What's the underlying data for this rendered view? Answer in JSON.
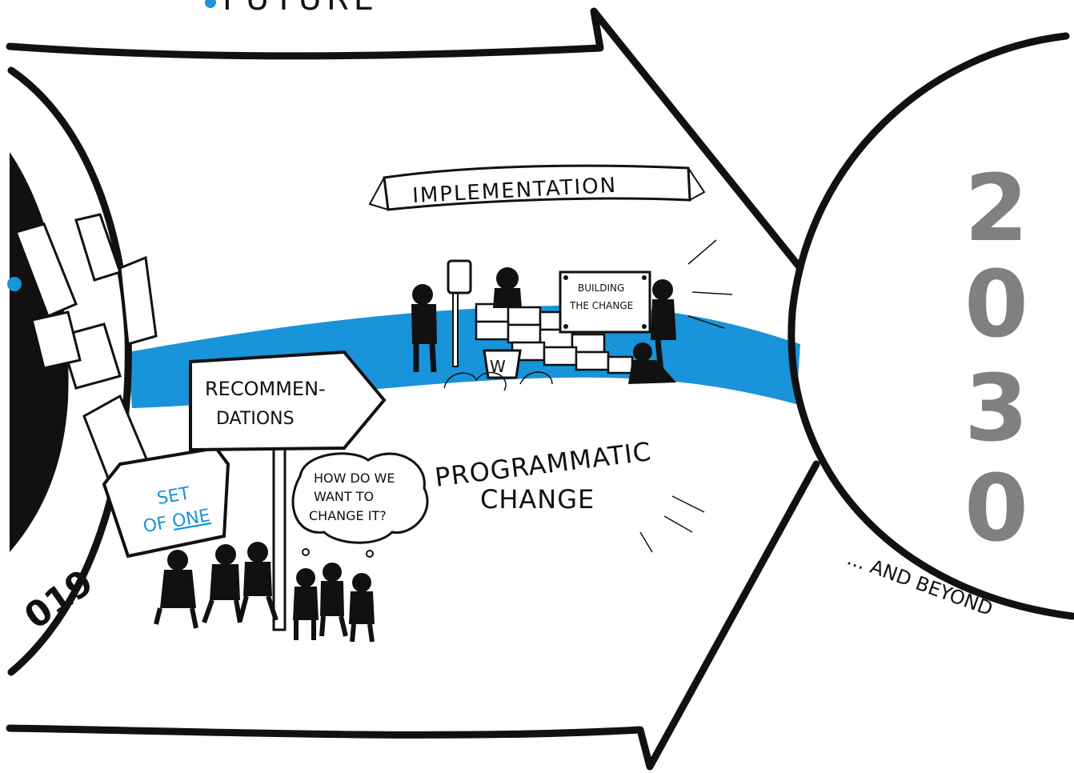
{
  "header": {
    "top_word": "FUTURE"
  },
  "left_circle": {
    "year_fragment": "019"
  },
  "signpost": {
    "line1": "RECOMMEN-",
    "line2": "DATIONS"
  },
  "folder": {
    "line1": "SET",
    "line2_prefix": "OF ",
    "line2_emph": "ONE"
  },
  "thought_bubble": {
    "line1": "HOW DO WE",
    "line2": "WANT TO",
    "line3": "CHANGE IT?"
  },
  "banner": {
    "label": "IMPLEMENTATION"
  },
  "building_sign": {
    "line1": "BUILDING",
    "line2": "THE CHANGE"
  },
  "bucket": {
    "label": "W"
  },
  "caption": {
    "line1": "PROGRAMMATIC",
    "line2": "CHANGE"
  },
  "future_circle": {
    "year": [
      "2",
      "0",
      "3",
      "0"
    ],
    "beyond": "... AND BEYOND"
  },
  "colors": {
    "river": "#1993d9",
    "ink": "#111111",
    "year_gray": "#808080"
  }
}
